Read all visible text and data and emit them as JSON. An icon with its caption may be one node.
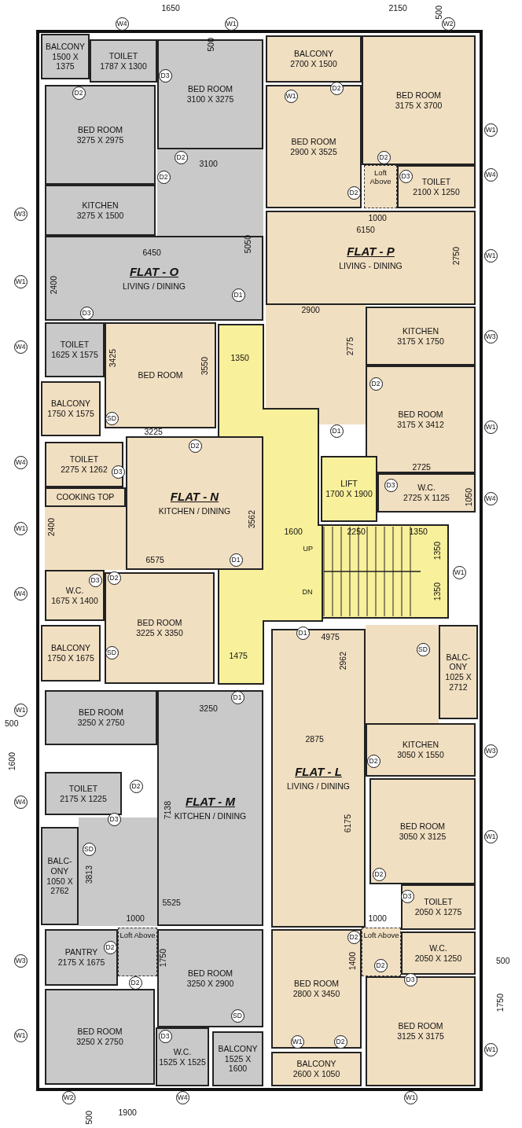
{
  "diagram": {
    "nodes": [
      {
        "text": [
          "BALCONY",
          "1500 X 1375"
        ]
      },
      {
        "text": [
          "BALCONY",
          "2700 X 1500"
        ]
      },
      {
        "text": [
          "BED ROOM",
          "3175 X 3700"
        ]
      },
      {
        "text": [
          "TOILET",
          "1787 X 1300"
        ]
      },
      {
        "text": [
          "BED ROOM",
          "3100 X 3275"
        ]
      },
      {
        "text": [
          "BED ROOM",
          "3275 X 2975"
        ]
      },
      {
        "text": [
          "BED ROOM",
          "2900 X 3525"
        ]
      },
      {
        "text": [
          "Loft Above"
        ]
      },
      {
        "text": [
          "TOILET",
          "2100 X 1250"
        ]
      },
      {
        "text": [
          "KITCHEN",
          "3275 X 1500"
        ]
      },
      {
        "text": [
          "FLAT - P",
          "LIVING - DINING"
        ]
      },
      {
        "text": [
          "FLAT - O",
          "LIVING / DINING"
        ]
      },
      {
        "text": [
          "KITCHEN",
          "3175 X 1750"
        ]
      },
      {
        "text": [
          "TOILET",
          "1625 X 1575"
        ]
      },
      {
        "text": [
          "BED ROOM"
        ]
      },
      {
        "text": [
          "BED ROOM",
          "3175 X 3412"
        ]
      },
      {
        "text": [
          "BALCONY",
          "1750 X 1575"
        ]
      },
      {
        "text": [
          "FLAT - N",
          "KITCHEN / DINING"
        ]
      },
      {
        "text": [
          "TOILET",
          "2275 X 1262"
        ]
      },
      {
        "text": [
          "LIFT",
          "1700 X 1900"
        ]
      },
      {
        "text": [
          "W.C.",
          "2725 X 1125"
        ]
      },
      {
        "text": [
          "COOKING TOP"
        ]
      },
      {
        "text": [
          "W.C.",
          "1675 X 1400"
        ]
      },
      {
        "text": [
          "BED ROOM",
          "3225 X 3350"
        ]
      },
      {
        "text": [
          "BALC- ONY",
          "1025 X 2712"
        ]
      },
      {
        "text": [
          "BALCONY",
          "1750 X 1675"
        ]
      },
      {
        "text": [
          "FLAT - L",
          "LIVING / DINING"
        ]
      },
      {
        "text": [
          "BED ROOM",
          "3250 X 2750"
        ]
      },
      {
        "text": [
          "FLAT - M",
          "KITCHEN / DINING"
        ]
      },
      {
        "text": [
          "KITCHEN",
          "3050 X 1550"
        ]
      },
      {
        "text": [
          "TOILET",
          "2175 X 1225"
        ]
      },
      {
        "text": [
          "BED ROOM",
          "3050 X 3125"
        ]
      },
      {
        "text": [
          "BALC- ONY",
          "1050 X 2762"
        ]
      },
      {
        "text": [
          "TOILET",
          "2050 X 1275"
        ]
      },
      {
        "text": [
          "PANTRY",
          "2175 X 1675"
        ]
      },
      {
        "text": [
          "Loft Above"
        ]
      },
      {
        "text": [
          "BED ROOM",
          "3250 X 2900"
        ]
      },
      {
        "text": [
          "BED ROOM",
          "2800 X 3450"
        ]
      },
      {
        "text": [
          "Loft Above"
        ]
      },
      {
        "text": [
          "W.C.",
          "2050 X 1250"
        ]
      },
      {
        "text": [
          "BED ROOM",
          "3125 X 3175"
        ]
      },
      {
        "text": [
          "BED ROOM",
          "3250 X 2750"
        ]
      },
      {
        "text": [
          "W.C.",
          "1525 X 1525"
        ]
      },
      {
        "text": [
          "BALCONY",
          "1525 X 1600"
        ]
      },
      {
        "text": [
          "BALCONY",
          "2600 X 1050"
        ]
      }
    ],
    "labels": [
      "1650",
      "2150",
      "500",
      "W4",
      "W1",
      "W2",
      "500",
      "D3",
      "D2",
      "D2",
      "W1",
      "W1",
      "D2",
      "3100",
      "D2",
      "D2",
      "W4",
      "D2",
      "D3",
      "W3",
      "1000",
      "6150",
      "5050",
      "6450",
      "2750",
      "W1",
      "W1",
      "2400",
      "2900",
      "D1",
      "D3",
      "W3",
      "2775",
      "W4",
      "3425",
      "1350",
      "3550",
      "D2",
      "SD",
      "W1",
      "D1",
      "3225",
      "D2",
      "W4",
      "2725",
      "D3",
      "D3",
      "1050",
      "W4",
      "3562",
      "2400",
      "W1",
      "1600",
      "2250",
      "1350",
      "UP",
      "6575",
      "1350",
      "D1",
      "D2",
      "W1",
      "DN",
      "1350",
      "W4",
      "D3",
      "D1",
      "4975",
      "SD",
      "SD",
      "2962",
      "1475",
      "D1",
      "W1",
      "3250",
      "500",
      "2875",
      "W3",
      "D2",
      "1600",
      "D2",
      "W4",
      "D3",
      "7138",
      "6175",
      "W1",
      "SD",
      "3813",
      "D2",
      "D3",
      "5525",
      "1000",
      "1000",
      "D2",
      "D2",
      "1750",
      "1400",
      "W3",
      "500",
      "D2",
      "D3",
      "D2",
      "1750",
      "SD",
      "W1",
      "D3",
      "W1",
      "D2",
      "W1",
      "W2",
      "W4",
      "W1",
      "1900",
      "500"
    ]
  }
}
